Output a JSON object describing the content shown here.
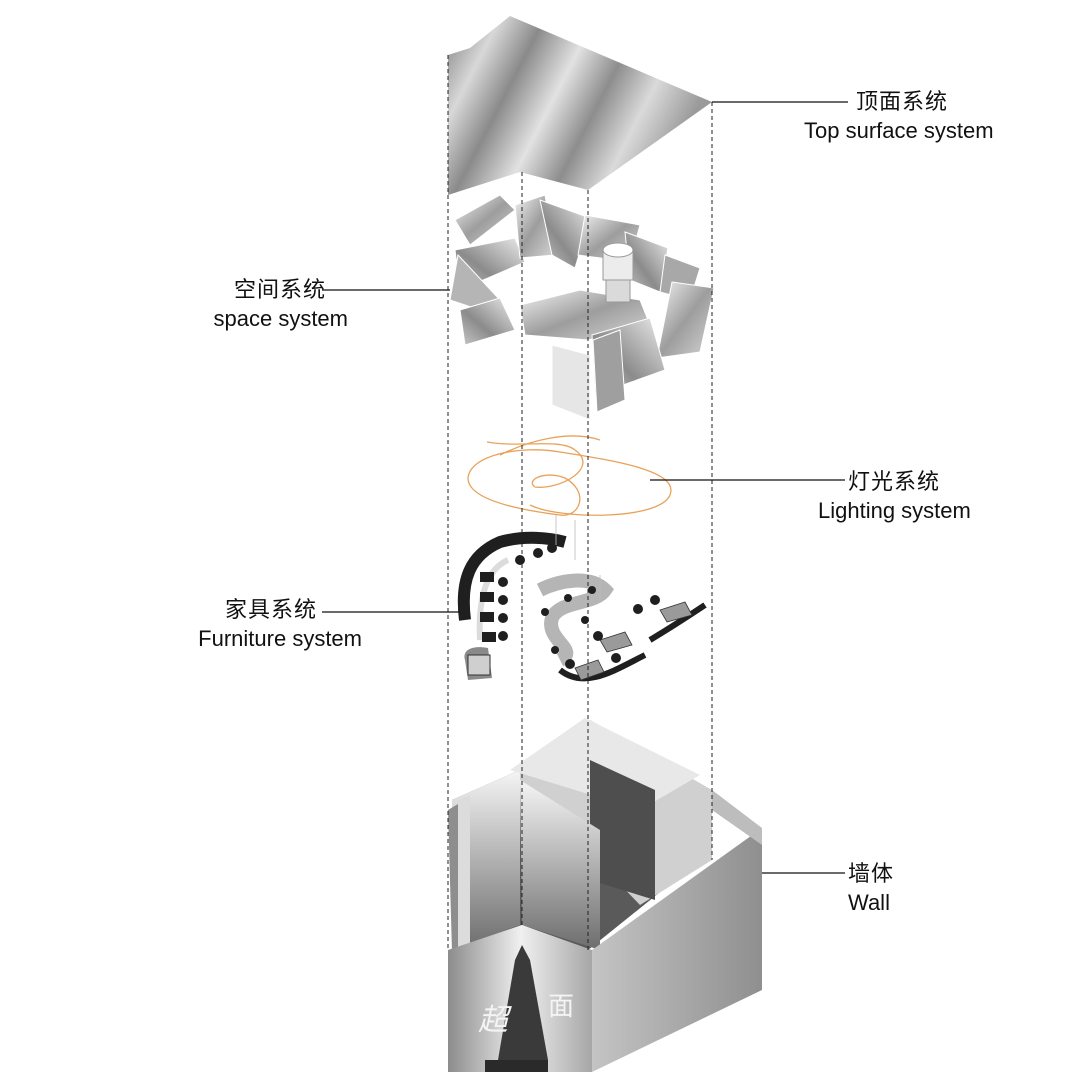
{
  "labels": {
    "top": {
      "zh": "顶面系统",
      "en": "Top surface system"
    },
    "space": {
      "zh": "空间系统",
      "en": "space system"
    },
    "lighting": {
      "zh": "灯光系统",
      "en": "Lighting system"
    },
    "furniture": {
      "zh": "家具系统",
      "en": "Furniture system"
    },
    "wall": {
      "zh": "墙体",
      "en": "Wall"
    }
  },
  "wall_calligraphy": {
    "left": "超",
    "right": "面"
  },
  "colors": {
    "background": "#ffffff",
    "leader_line": "#111111",
    "lighting_strip": "#e8a25a",
    "furniture_dark": "#222222",
    "surface_gray": "#9a9a9a"
  }
}
